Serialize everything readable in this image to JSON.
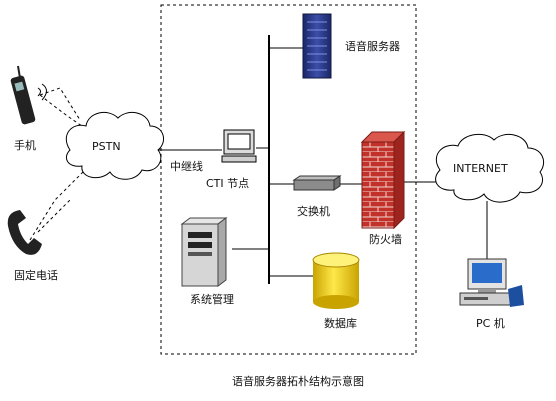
{
  "labels": {
    "voice_server": "语音服务器",
    "phone_mobile": "手机",
    "phone_fixed": "固定电话",
    "pstn": "PSTN",
    "trunk": "中继线",
    "cti_node": "CTI 节点",
    "switch": "交换机",
    "firewall": "防火墙",
    "internet": "INTERNET",
    "system_mgmt": "系统管理",
    "database": "数据库",
    "pc": "PC 机",
    "caption": "语音服务器拓朴结构示意图"
  },
  "icons": {
    "mobile": "mobile-phone-icon",
    "fixed": "desk-phone-icon",
    "cti": "computer-icon",
    "server": "server-rack-icon",
    "switch": "network-switch-icon",
    "firewall": "brick-firewall-icon",
    "tower": "tower-pc-icon",
    "database": "database-cylinder-icon",
    "pc": "pc-workstation-icon"
  },
  "colors": {
    "server_blue": "#2c3a86",
    "brick_red": "#c2322b",
    "db_yellow": "#f0d020",
    "pc_blue": "#2a6cc9",
    "line": "#000000"
  }
}
